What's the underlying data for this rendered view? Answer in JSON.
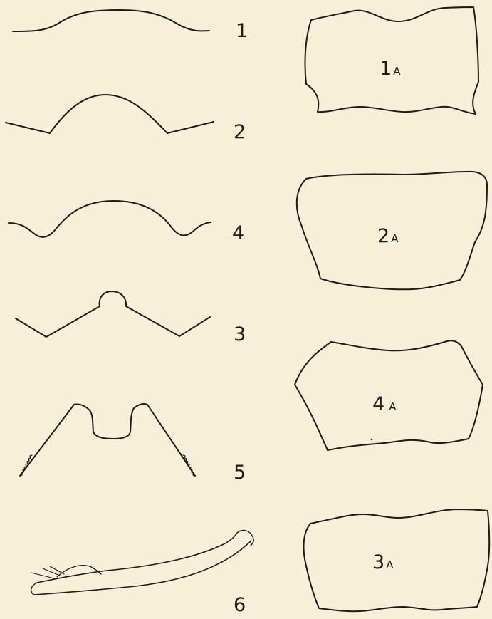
{
  "plate": {
    "background": "#f7efd8",
    "ink": "#1e1a16"
  },
  "left_figures": [
    {
      "label": "1"
    },
    {
      "label": "2"
    },
    {
      "label": "4"
    },
    {
      "label": "3"
    },
    {
      "label": "5"
    },
    {
      "label": "6"
    }
  ],
  "right_figures": [
    {
      "num": "1",
      "sub": "A"
    },
    {
      "num": "2",
      "sub": "A"
    },
    {
      "num": "4",
      "sub": "A"
    },
    {
      "num": "3",
      "sub": "A"
    }
  ]
}
